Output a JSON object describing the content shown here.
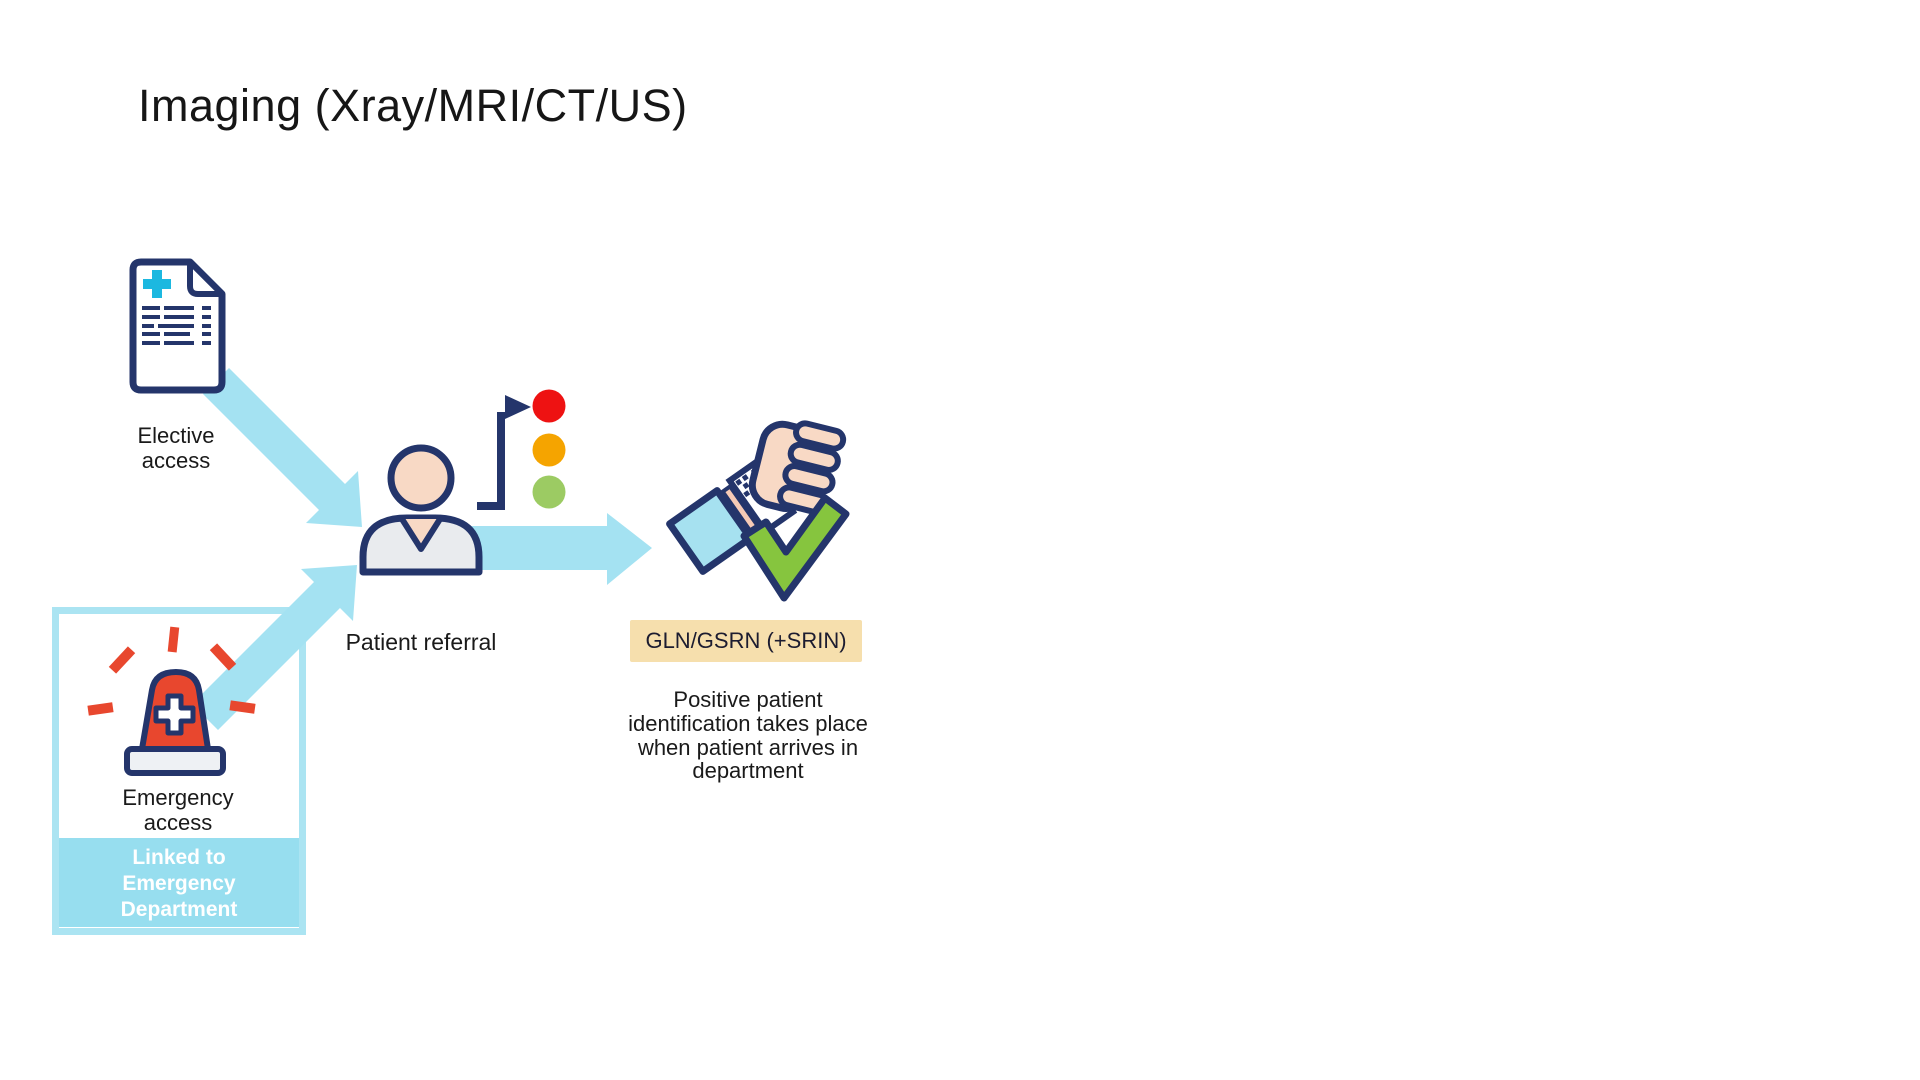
{
  "title": "Imaging (Xray/MRI/CT/US)",
  "flow": {
    "elective": {
      "label": "Elective\naccess",
      "icon": "medical-referral-document-icon"
    },
    "emergency": {
      "label": "Emergency\naccess",
      "banner": "Linked to\nEmergency\nDepartment",
      "icon": "emergency-siren-icon"
    },
    "referral": {
      "label": "Patient referral",
      "icon": "patient-icon",
      "decision_icon": "traffic-light-icon"
    },
    "identification": {
      "badge": "GLN/GSRN (+SRIN)",
      "note": "Positive patient\nidentification takes place\nwhen patient arrives in\ndepartment",
      "icon": "wristband-check-icon"
    }
  },
  "icons": [
    "medical-referral-document-icon",
    "emergency-siren-icon",
    "patient-icon",
    "traffic-light-icon",
    "wristband-check-icon",
    "checkmark-icon",
    "flow-arrow"
  ],
  "colors": {
    "background": "#ffffff",
    "arrow_blue": "#a4e2f2",
    "box_border_blue": "#abe4f2",
    "banner_blue": "#97deef",
    "outline_navy": "#24356b",
    "skin": "#f8d9c5",
    "body_gray": "#e9ebee",
    "siren_red": "#e8472e",
    "traffic_red": "#ee1212",
    "traffic_amber": "#f5a400",
    "traffic_green": "#9ccb63",
    "check_green": "#86c53e",
    "badge_tan": "#f6dfad",
    "document_cross_cyan": "#1cb8e0"
  }
}
